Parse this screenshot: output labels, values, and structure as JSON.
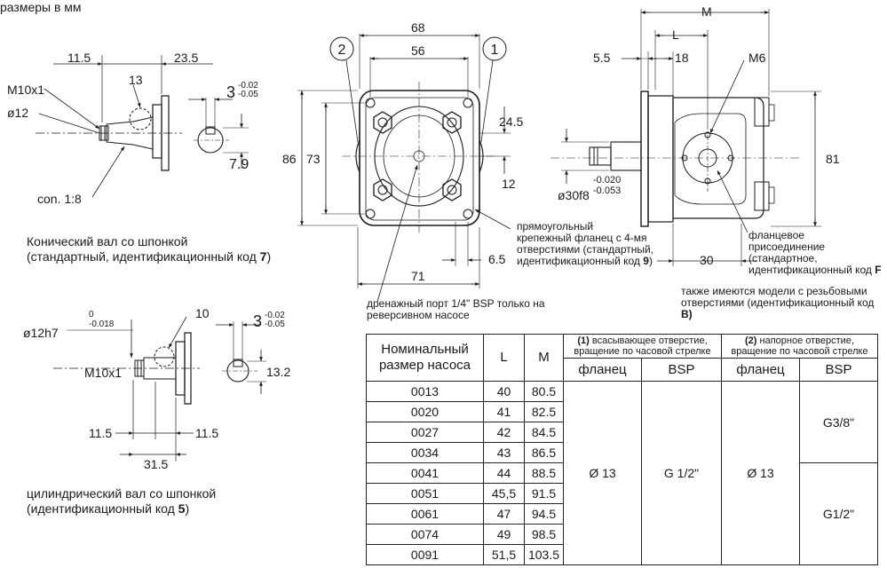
{
  "header": {
    "units_note": "размеры в мм"
  },
  "conical_shaft": {
    "dims": {
      "d115": "11.5",
      "d235": "23.5",
      "thread": "M10x1",
      "diam": "ø12",
      "key": "13",
      "taper": "con. 1:8"
    },
    "section": {
      "width": "3",
      "tol_upper": "-0.02",
      "tol_lower": "-0.05",
      "depth": "7.9"
    },
    "caption_line1": "Конический вал со шпонкой",
    "caption_line2_pre": "(стандартный, идентификационный код ",
    "caption_code": "7",
    "caption_line2_post": ")"
  },
  "cylindrical_shaft": {
    "dims": {
      "tol_upper": "0",
      "tol_lower": "-0.018",
      "diam": "ø12h7",
      "key": "10",
      "thread": "M10x1",
      "left": "11.5",
      "right": "11.5",
      "total": "31.5"
    },
    "section": {
      "width": "3",
      "tol_upper": "-0.02",
      "tol_lower": "-0.05",
      "depth": "13.2"
    },
    "caption_line1": "цилиндрический вал со шпонкой",
    "caption_line2_pre": "(идентификационный код ",
    "caption_code": "5",
    "caption_line2_post": ")"
  },
  "front_view": {
    "dims": {
      "w68": "68",
      "w56": "56",
      "h86": "86",
      "h73": "73",
      "h245": "24.5",
      "h12": "12",
      "w65": "6.5",
      "w71": "71"
    },
    "port_label_2": "2",
    "port_label_1": "1",
    "flange_note_1": "прямоугольный",
    "flange_note_2": "крепежный фланец с 4-мя",
    "flange_note_3": "отверстиями (стандартный,",
    "flange_note_4_pre": "идентификационный код ",
    "flange_note_code": "9",
    "flange_note_4_post": ")",
    "drain_note_1": "дренажный порт 1/4\" BSP только на",
    "drain_note_2": "реверсивном насосе"
  },
  "side_view": {
    "dims": {
      "M": "M",
      "L": "L",
      "d55": "5.5",
      "d18": "18",
      "thread": "M6",
      "h81": "81",
      "tol_upper": "-0.020",
      "tol_lower": "-0.053",
      "pilot": "ø30f8",
      "d30": "30"
    },
    "conn_note_1": "фланцевое",
    "conn_note_2": "присоединение",
    "conn_note_3": "(стандартное,",
    "conn_note_4_pre": "идентификационный код ",
    "conn_note_code": "F",
    "alt_note_1": "также имеются модели с резьбовыми",
    "alt_note_2": "отверстиями (идентификационный код",
    "alt_note_3": "B)"
  },
  "table": {
    "headers": {
      "size_1": "Номинальный",
      "size_2": "размер насоса",
      "L": "L",
      "M": "M",
      "suction_num": "(1)",
      "suction_1": " всасывающее отверстие,",
      "suction_2": "вращение по часовой стрелке",
      "pressure_num": "(2)",
      "pressure_1": " напорное отверстие,",
      "pressure_2": "вращение по часовой стрелке",
      "flange": "фланец",
      "bsp": "BSP",
      "flange_2": "фланец",
      "bsp_2": "BSP"
    },
    "rows": [
      {
        "size": "0013",
        "L": "40",
        "M": "80.5"
      },
      {
        "size": "0020",
        "L": "41",
        "M": "82.5"
      },
      {
        "size": "0027",
        "L": "42",
        "M": "84.5"
      },
      {
        "size": "0034",
        "L": "43",
        "M": "86.5"
      },
      {
        "size": "0041",
        "L": "44",
        "M": "88.5"
      },
      {
        "size": "0051",
        "L": "45,5",
        "M": "91.5"
      },
      {
        "size": "0061",
        "L": "47",
        "M": "94.5"
      },
      {
        "size": "0074",
        "L": "49",
        "M": "98.5"
      },
      {
        "size": "0091",
        "L": "51,5",
        "M": "103.5"
      }
    ],
    "suction_flange": "Ø 13",
    "suction_bsp": "G 1/2\"",
    "pressure_flange": "Ø 13",
    "pressure_bsp_a": "G3/8\"",
    "pressure_bsp_b": "G1/2\""
  }
}
